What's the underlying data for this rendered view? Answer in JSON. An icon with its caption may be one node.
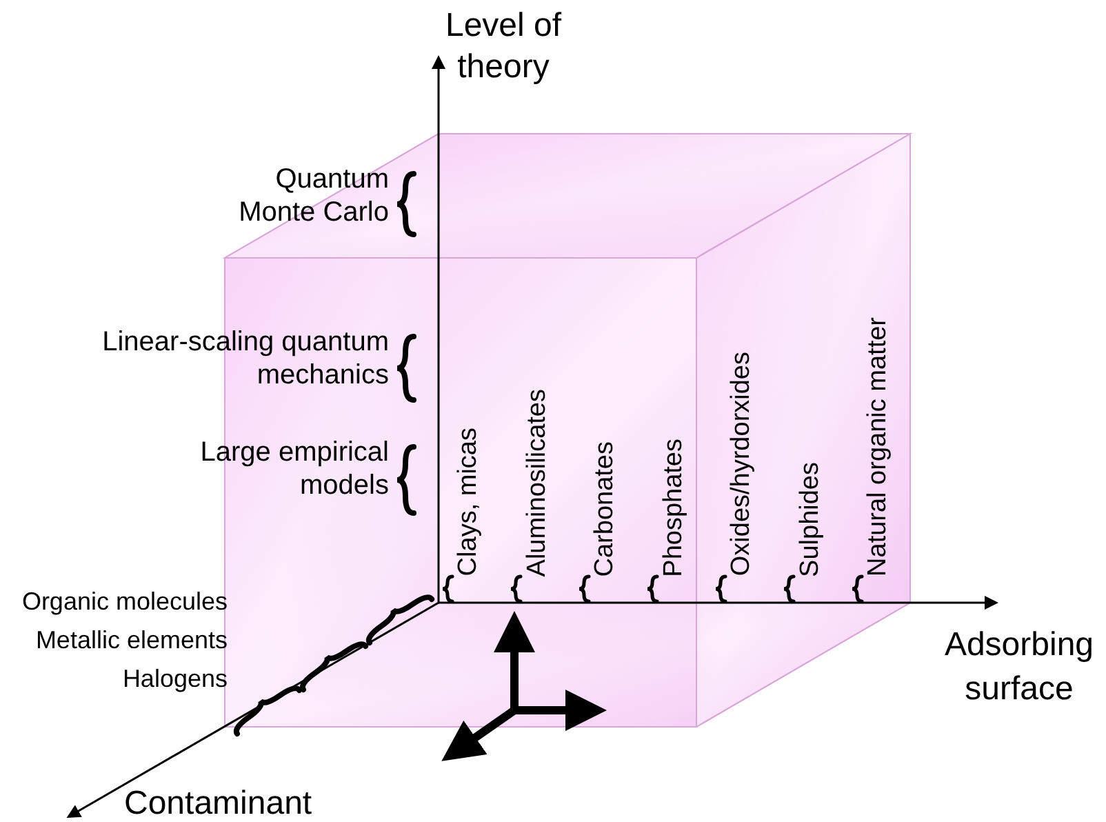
{
  "diagram": {
    "labels": [
      "Level of theory",
      "Quantum Monte Carlo",
      "Linear-scaling quantum mechanics",
      "Large empirical models",
      "Clays, micas",
      "Aluminosilicates",
      "Carbonates",
      "Phosphates",
      "Oxides/hyrdorxides",
      "Sulphides",
      "Natural organic matter",
      "Organic molecules",
      "Metallic elements",
      "Halogens",
      "Adsorbing surface",
      "Contaminant"
    ]
  }
}
